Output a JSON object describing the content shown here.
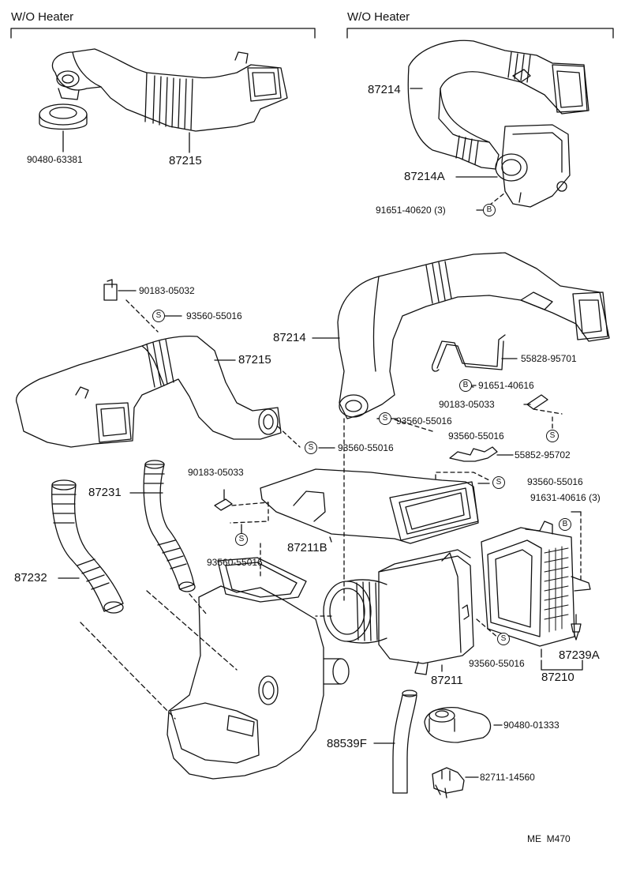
{
  "headers": {
    "left": "W/O Heater",
    "right": "W/O Heater"
  },
  "markers": {
    "s": "S",
    "b": "B"
  },
  "parts": {
    "p90480_63381": "90480-63381",
    "p87215_top": "87215",
    "p87214_top": "87214",
    "p87214A": "87214A",
    "p91651_40620": "91651-40620 (3)",
    "p90183_05032": "90183-05032",
    "p93560_55016_a": "93560-55016",
    "p87215_mid": "87215",
    "p87214_mid": "87214",
    "p55828_95701": "55828-95701",
    "p91651_40616": "91651-40616",
    "p90183_05033_right": "90183-05033",
    "p93560_55016_b": "93560-55016",
    "p93560_55016_c": "93560-55016",
    "p93560_55016_d": "93560-55016",
    "p55852_95702": "55852-95702",
    "p93560_55016_e": "93560-55016",
    "p91631_40616": "91631-40616 (3)",
    "p87231": "87231",
    "p90183_05033_left": "90183-05033",
    "p87211B": "87211B",
    "p93560_55016_f": "93560-55016",
    "p87232": "87232",
    "p93560_55016_g": "93560-55016",
    "p87239A": "87239A",
    "p87211": "87211",
    "p87210": "87210",
    "p90480_01333": "90480-01333",
    "p88539F": "88539F",
    "p82711_14560": "82711-14560"
  },
  "footer": {
    "code": "ME  M470"
  }
}
